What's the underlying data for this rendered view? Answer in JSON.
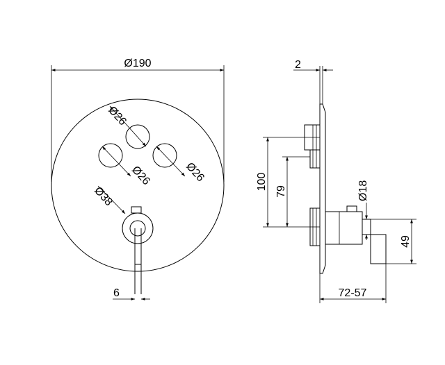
{
  "front_view": {
    "overall_diameter": "Ø190",
    "button_top": "Ø26",
    "button_left": "Ø26",
    "button_right": "Ø26",
    "handle_diameter": "Ø38",
    "lever_width": "6"
  },
  "side_view": {
    "plate_thickness": "2",
    "height_100": "100",
    "height_79": "79",
    "outlet_diameter": "Ø18",
    "outlet_height": "49",
    "depth_range": "72-57"
  }
}
